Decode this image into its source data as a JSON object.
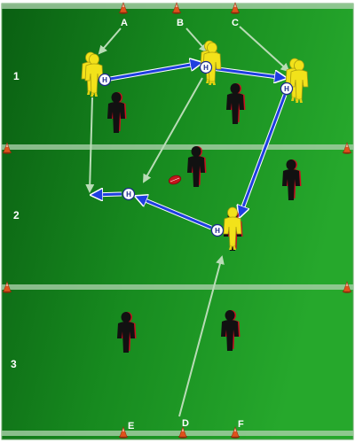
{
  "diagram": {
    "colors": {
      "field_dark": "#0b6b14",
      "field_light": "#1c9a24",
      "line": "#b8d8b8",
      "cone": "#e0521c",
      "attacker": "#f2e21a",
      "defender": "#111111",
      "defender_accent": "#cc1020",
      "pass_arrow": "#1f3fe0",
      "run_arrow": "#b9dcb6",
      "ball": "#c4161c"
    },
    "zone_labels": [
      "1",
      "2",
      "3"
    ],
    "position_labels": [
      "A",
      "B",
      "C",
      "D",
      "E",
      "F"
    ],
    "handoff_marker": "H",
    "icons": {
      "cone": "cone-icon",
      "attacker": "attacker-player-icon",
      "defender": "defender-player-icon",
      "ball": "rugby-ball-icon",
      "handoff": "handoff-marker-icon"
    }
  }
}
